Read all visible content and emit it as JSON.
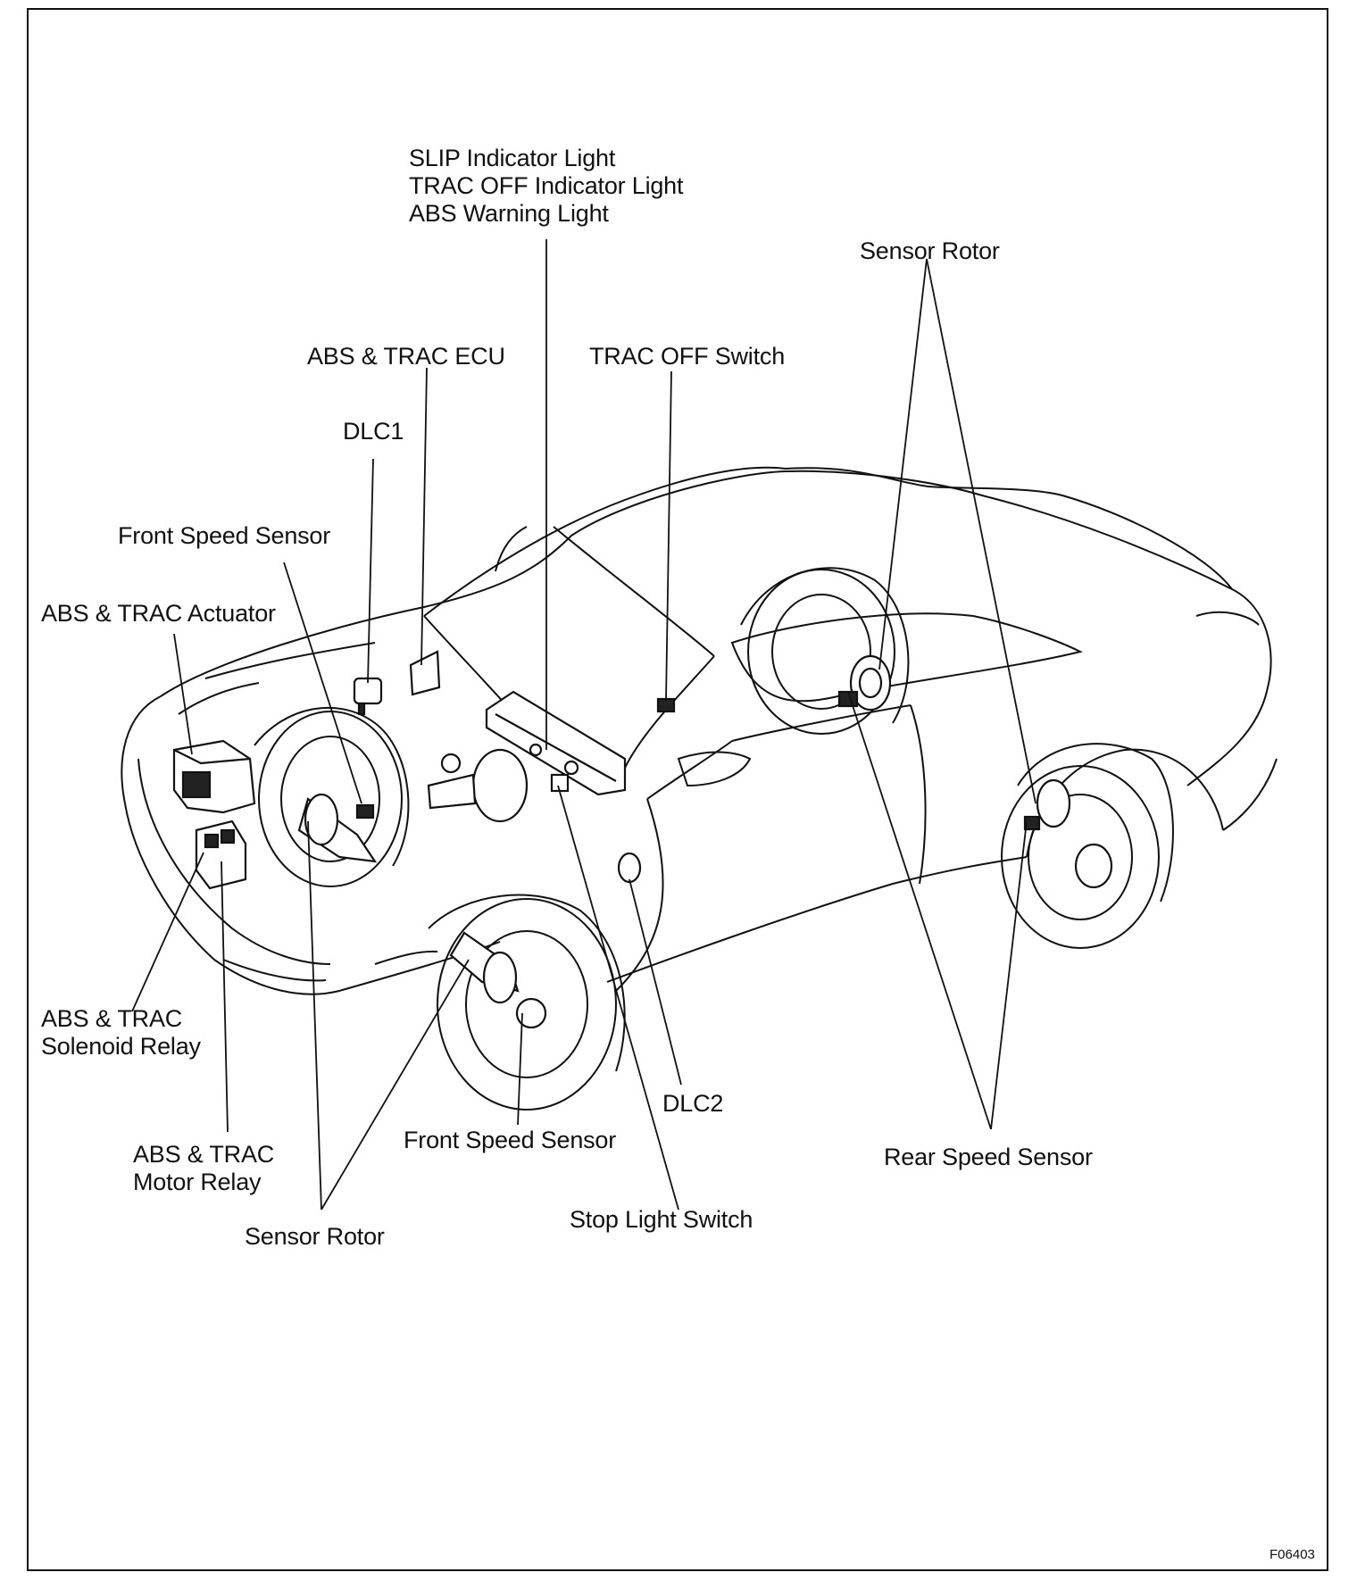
{
  "labels": {
    "indicator_lights": "SLIP Indicator Light\nTRAC OFF Indicator Light\nABS Warning Light",
    "sensor_rotor_rear": "Sensor Rotor",
    "abs_trac_ecu": "ABS & TRAC ECU",
    "trac_off_switch": "TRAC OFF Switch",
    "dlc1": "DLC1",
    "front_speed_sensor_left": "Front Speed Sensor",
    "abs_trac_actuator": "ABS & TRAC Actuator",
    "solenoid_relay": "ABS & TRAC\nSolenoid Relay",
    "motor_relay": "ABS & TRAC\nMotor Relay",
    "front_speed_sensor_right": "Front Speed Sensor",
    "dlc2": "DLC2",
    "rear_speed_sensor": "Rear Speed Sensor",
    "stop_light_switch": "Stop Light Switch",
    "sensor_rotor_front": "Sensor Rotor"
  },
  "figure_code": "F06403"
}
